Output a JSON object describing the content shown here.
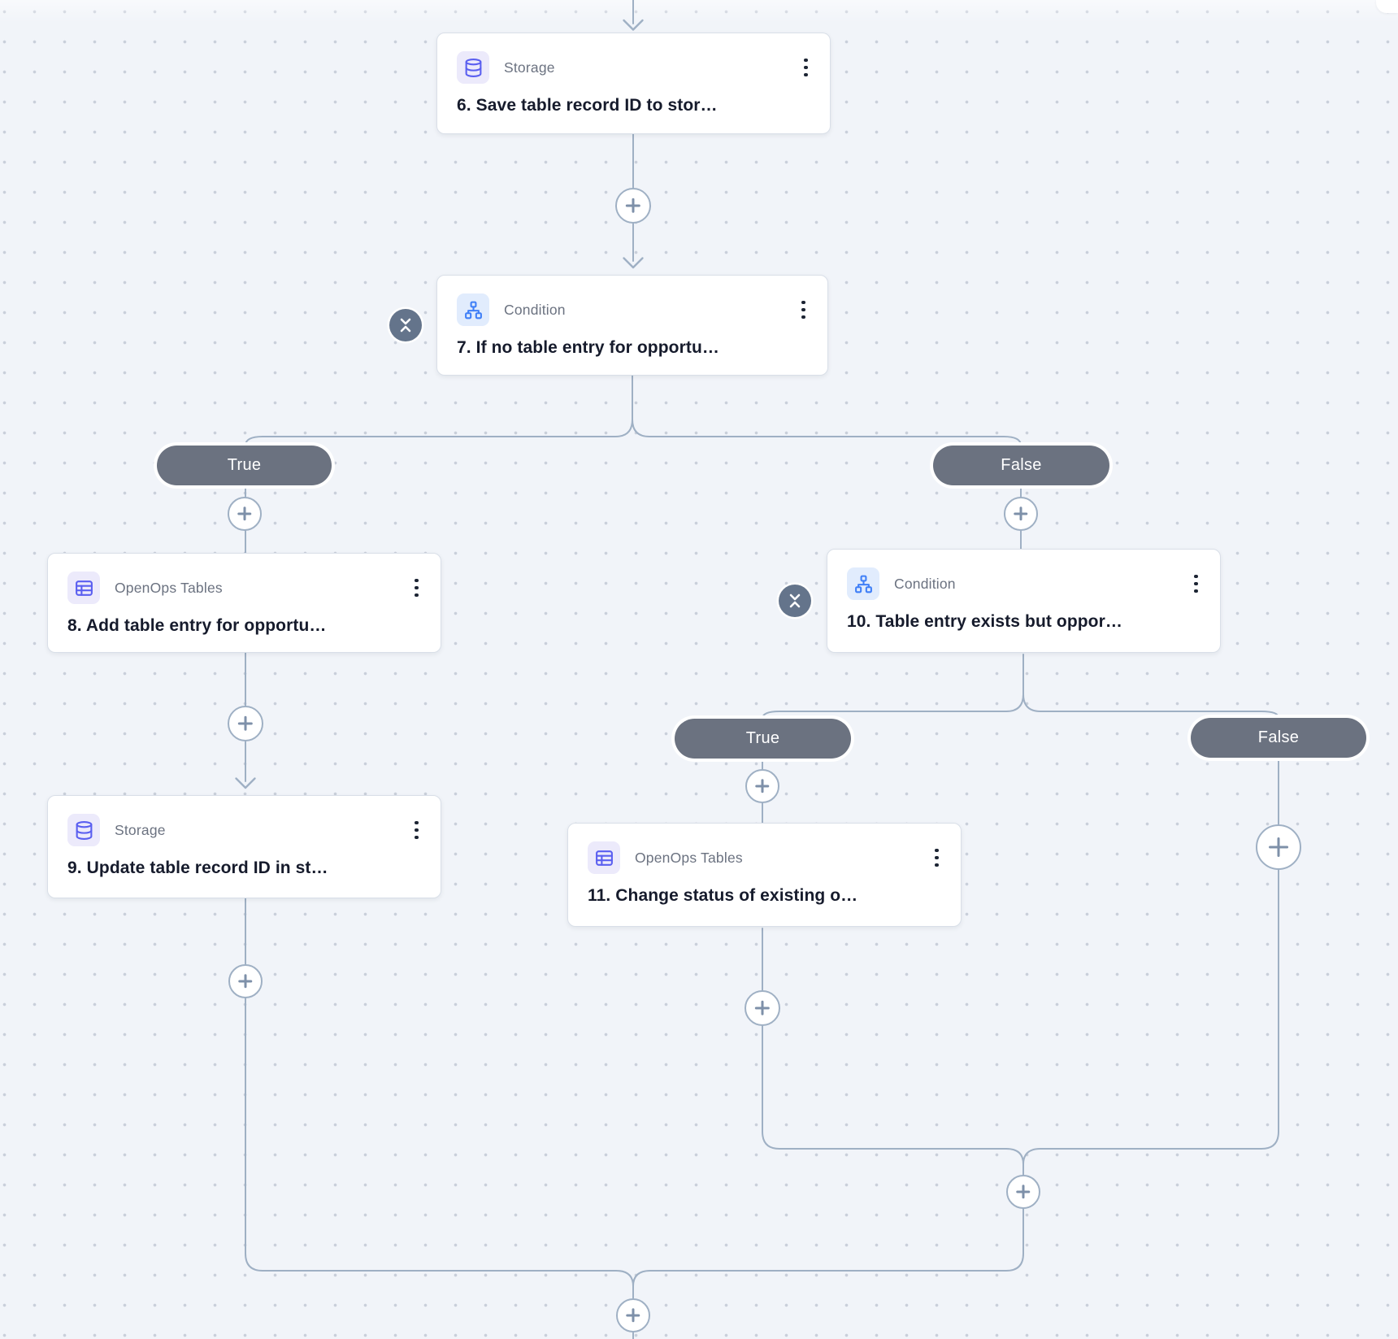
{
  "canvas": {
    "colors": {
      "bg": "#f1f4f9",
      "dot": "#c9cfda",
      "line": "#9fb0c4",
      "pill": "#6b7280",
      "badge": "#64748b",
      "title": "#161b2c",
      "label": "#6b7280",
      "purple": "#5a5ff0",
      "purple_bg": "#eceafb",
      "blue": "#3f7ff7",
      "blue_bg": "#e1ecfd",
      "plus": "#7e90a9",
      "card_border": "#d9dfe8"
    }
  },
  "nodes": [
    {
      "step": "6",
      "type_label": "Storage",
      "icon": "database-icon",
      "title": "6. Save table record ID to stor…"
    },
    {
      "step": "7",
      "type_label": "Condition",
      "icon": "sitemap-icon",
      "title": "7. If no table entry for opportu…",
      "collapsible": true
    },
    {
      "step": "8",
      "type_label": "OpenOps Tables",
      "icon": "table-icon",
      "title": "8. Add table entry for opportu…"
    },
    {
      "step": "9",
      "type_label": "Storage",
      "icon": "database-icon",
      "title": "9. Update table record ID in st…"
    },
    {
      "step": "10",
      "type_label": "Condition",
      "icon": "sitemap-icon",
      "title": "10. Table entry exists but oppor…",
      "collapsible": true
    },
    {
      "step": "11",
      "type_label": "OpenOps Tables",
      "icon": "table-icon",
      "title": "11. Change status of existing o…"
    }
  ],
  "branches": [
    {
      "label": "True"
    },
    {
      "label": "False"
    },
    {
      "label": "True"
    },
    {
      "label": "False"
    }
  ]
}
